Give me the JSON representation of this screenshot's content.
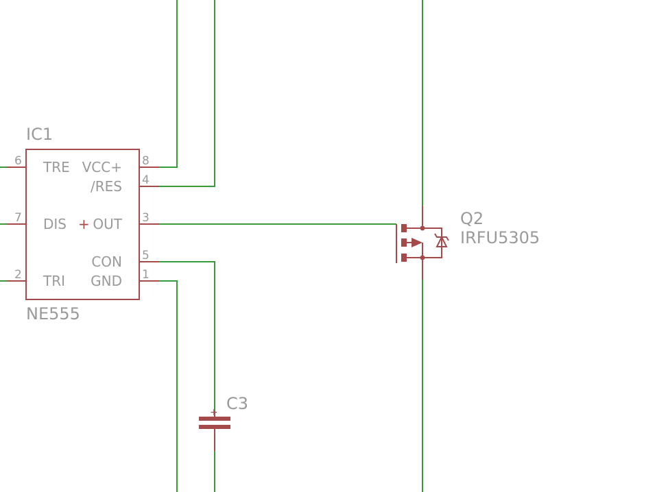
{
  "ic": {
    "ref": "IC1",
    "value": "NE555",
    "pins": {
      "p6": {
        "num": "6",
        "name": "TRE"
      },
      "p8": {
        "num": "8",
        "name": "VCC+"
      },
      "p4": {
        "num": "4",
        "name": "/RES"
      },
      "p7": {
        "num": "7",
        "name": "DIS"
      },
      "p3": {
        "num": "3",
        "name": "OUT"
      },
      "p5": {
        "num": "5",
        "name": "CON"
      },
      "p2": {
        "num": "2",
        "name": "TRI"
      },
      "p1": {
        "num": "1",
        "name": "GND"
      }
    },
    "out_marker": "+"
  },
  "mosfet": {
    "ref": "Q2",
    "value": "IRFU5305"
  },
  "capacitor": {
    "ref": "C3",
    "polarity_marker": "+"
  },
  "colors": {
    "wire": "#3a9a3a",
    "symbol": "#a54a4a",
    "label": "#9a9a9a",
    "background": "#ffffff"
  }
}
